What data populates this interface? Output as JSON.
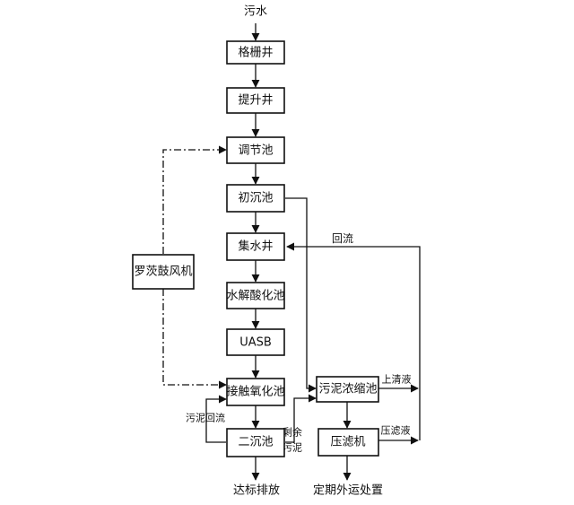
{
  "flow": {
    "input": "污水",
    "grille_well": "格栅井",
    "lift_well": "提升井",
    "regulating_tank": "调节池",
    "primary_settling_tank": "初沉池",
    "collection_well": "集水井",
    "hydrolysis_tank": "水解酸化池",
    "uasb": "UASB",
    "contact_oxidation_tank": "接触氧化池",
    "secondary_settling_tank": "二沉池",
    "discharge": "达标排放",
    "blower": "罗茨鼓风机",
    "sludge_thickener": "污泥浓缩池",
    "filter_press": "压滤机",
    "disposal": "定期外运处置"
  },
  "labels": {
    "return_flow": "回流",
    "sludge_return": "污泥回流",
    "excess_sludge_line1": "剩余",
    "excess_sludge_line2": "污泥",
    "supernatant": "上清液",
    "pressed_liquor": "压滤液"
  }
}
